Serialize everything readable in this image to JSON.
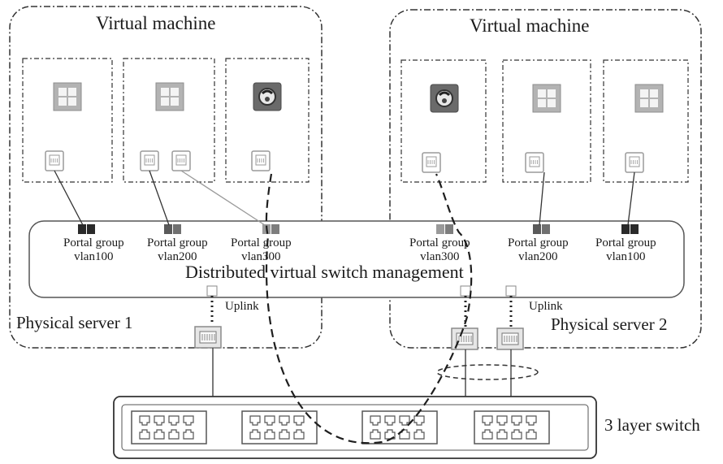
{
  "server1": {
    "vm_title": "Virtual machine",
    "label": "Physical server 1",
    "portal_groups": [
      {
        "name": "Portal group",
        "vlan": "vlan100"
      },
      {
        "name": "Portal group",
        "vlan": "vlan200"
      },
      {
        "name": "Portal group",
        "vlan": "vlan300"
      }
    ]
  },
  "server2": {
    "vm_title": "Virtual machine",
    "label": "Physical server 2",
    "portal_groups": [
      {
        "name": "Portal group",
        "vlan": "vlan300"
      },
      {
        "name": "Portal group",
        "vlan": "vlan200"
      },
      {
        "name": "Portal group",
        "vlan": "vlan100"
      }
    ]
  },
  "dvs": {
    "title": "Distributed virtual switch management"
  },
  "uplink_labels": [
    "Uplink",
    "Uplink"
  ],
  "switch": {
    "label": "3 layer switch"
  },
  "vm_icons": [
    "windows-icon",
    "windows-icon",
    "linux-icon",
    "linux-icon",
    "windows-icon",
    "windows-icon"
  ],
  "colors": {
    "line": "#333333",
    "box_fill": "#f4f4f4",
    "windows_tile": "#b5b5b5",
    "port_dark": "#2a2a2a"
  }
}
